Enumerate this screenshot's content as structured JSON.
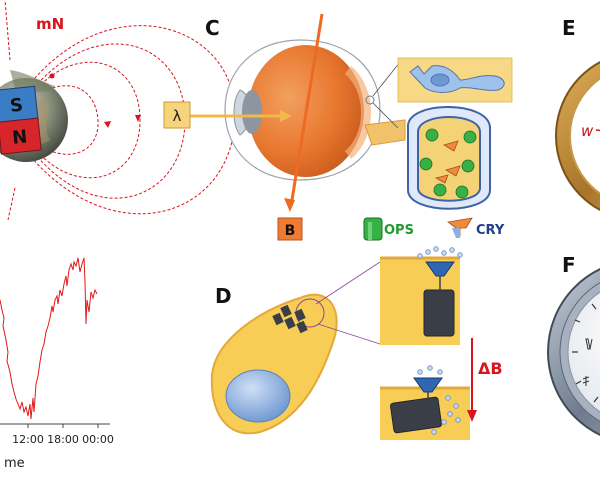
{
  "panels": {
    "c": {
      "letter": "C",
      "wavelength": "λ",
      "field": "B",
      "legend_ops": "OPS",
      "legend_cry": "CRY"
    },
    "d": {
      "letter": "D",
      "delta": "ΔB"
    },
    "e": {
      "letter": "E",
      "dial_text": "w"
    },
    "f": {
      "letter": "F"
    }
  },
  "globe": {
    "north_label": "mN",
    "pole_s": "S",
    "pole_n": "N"
  },
  "timeseries": {
    "x_ticks": [
      "12:00",
      "18:00",
      "00:00"
    ],
    "xlabel_partial": "me"
  },
  "colors": {
    "field_red": "#d9141e",
    "eye_orange": "#e8772e",
    "magnet_blue": "#3b7dc4",
    "magnet_red": "#d7262b",
    "cell_yellow": "#f7cd55",
    "legend_text_green": "#1e9a2f",
    "legend_text_blue": "#1f3d8a"
  },
  "icons": [
    "globe-icon",
    "bar-magnet-icon",
    "eye-icon",
    "opsin-protein-icon",
    "cryptochrome-protein-icon",
    "compass-icon",
    "clock-icon",
    "magnetosome-cell-icon"
  ]
}
